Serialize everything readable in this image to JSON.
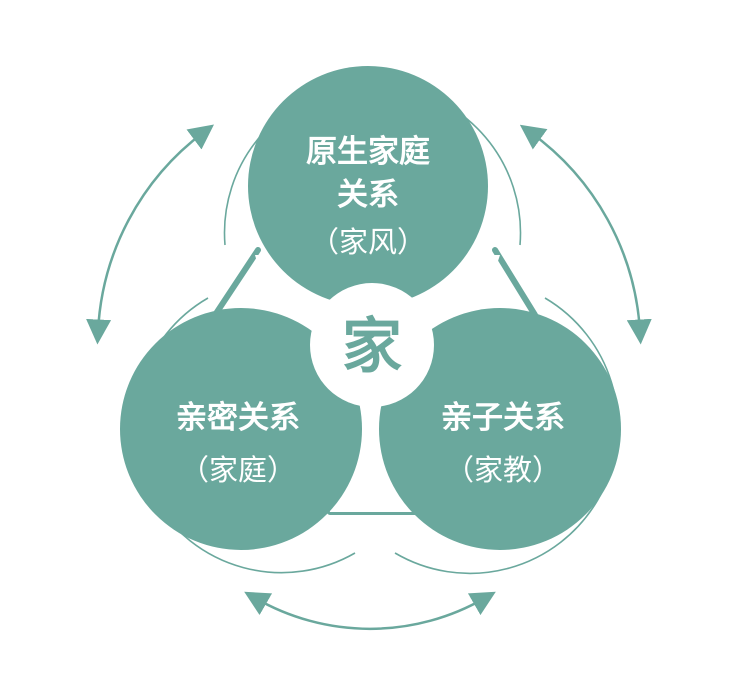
{
  "colors": {
    "teal": "#6aa89d",
    "outline": "#6aa89d",
    "background": "#ffffff"
  },
  "center": {
    "char": "家"
  },
  "circles": {
    "top": {
      "title_line1": "原生家庭",
      "title_line2": "关系",
      "sub": "（家风）"
    },
    "left": {
      "title": "亲密关系",
      "sub": "（家庭）"
    },
    "right": {
      "title": "亲子关系",
      "sub": "（家教）"
    }
  },
  "icons": {
    "arrows": [
      "double-arrow-icon-left",
      "double-arrow-icon-right",
      "double-arrow-icon-bottom"
    ]
  }
}
